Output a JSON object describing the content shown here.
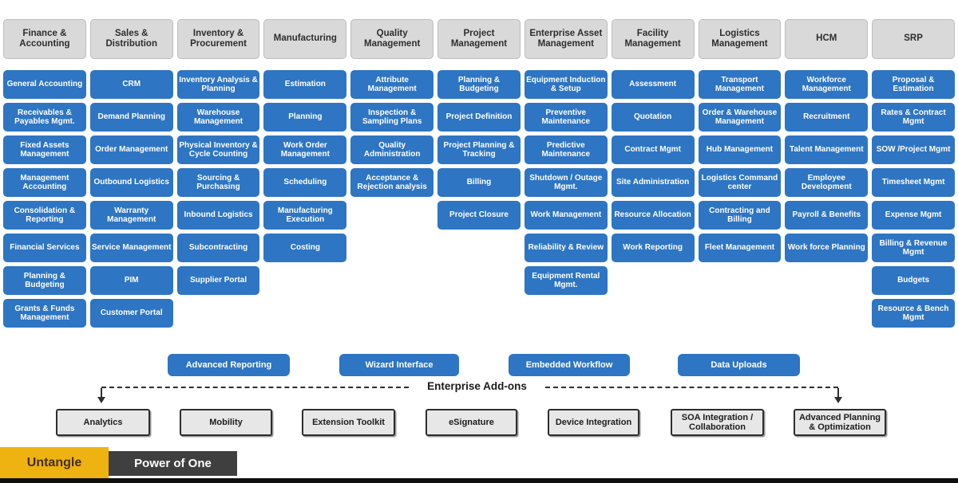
{
  "columns": [
    {
      "header": "Finance & Accounting",
      "modules": [
        "General Accounting",
        "Receivables & Payables Mgmt.",
        "Fixed Assets Management",
        "Management Accounting",
        "Consolidation & Reporting",
        "Financial Services",
        "Planning & Budgeting",
        "Grants & Funds Management"
      ]
    },
    {
      "header": "Sales & Distribution",
      "modules": [
        "CRM",
        "Demand Planning",
        "Order Management",
        "Outbound Logistics",
        "Warranty Management",
        "Service Management",
        "PIM",
        "Customer Portal"
      ]
    },
    {
      "header": "Inventory & Procurement",
      "modules": [
        "Inventory Analysis & Planning",
        "Warehouse Management",
        "Physical Inventory & Cycle Counting",
        "Sourcing & Purchasing",
        "Inbound Logistics",
        "Subcontracting",
        "Supplier Portal"
      ]
    },
    {
      "header": "Manufacturing",
      "modules": [
        "Estimation",
        "Planning",
        "Work Order Management",
        "Scheduling",
        "Manufacturing Execution",
        "Costing"
      ]
    },
    {
      "header": "Quality Management",
      "modules": [
        "Attribute Management",
        "Inspection & Sampling Plans",
        "Quality Administration",
        "Acceptance & Rejection analysis"
      ]
    },
    {
      "header": "Project Management",
      "modules": [
        "Planning & Budgeting",
        "Project Definition",
        "Project Planning & Tracking",
        "Billing",
        "Project Closure"
      ]
    },
    {
      "header": "Enterprise Asset Management",
      "modules": [
        "Equipment Induction & Setup",
        "Preventive Maintenance",
        "Predictive Maintenance",
        "Shutdown / Outage Mgmt.",
        "Work Management",
        "Reliability & Review",
        "Equipment Rental Mgmt."
      ]
    },
    {
      "header": "Facility Management",
      "modules": [
        "Assessment",
        "Quotation",
        "Contract Mgmt",
        "Site Administration",
        "Resource Allocation",
        "Work Reporting"
      ]
    },
    {
      "header": "Logistics Management",
      "modules": [
        "Transport Management",
        "Order & Warehouse Management",
        "Hub Management",
        "Logistics Command center",
        "Contracting and Billing",
        "Fleet Management"
      ]
    },
    {
      "header": "HCM",
      "modules": [
        "Workforce Management",
        "Recruitment",
        "Talent Management",
        "Employee Development",
        "Payroll & Benefits",
        "Work force Planning"
      ]
    },
    {
      "header": "SRP",
      "modules": [
        "Proposal & Estimation",
        "Rates & Contract Mgmt",
        "SOW /Project Mgmt",
        "Timesheet Mgmt",
        "Expense Mgmt",
        "Billing & Revenue Mgmt",
        "Budgets",
        "Resource & Bench Mgmt"
      ]
    }
  ],
  "platform_buttons": [
    "Advanced Reporting",
    "Wizard Interface",
    "Embedded Workflow",
    "Data Uploads"
  ],
  "addons_section": {
    "label": "Enterprise Add-ons",
    "items": [
      "Analytics",
      "Mobility",
      "Extension Toolkit",
      "eSignature",
      "Device Integration",
      "SOA Integration / Collaboration",
      "Advanced Planning & Optimization"
    ]
  },
  "footer": {
    "brand": "Untangle",
    "tagline": "Power of One"
  },
  "colors": {
    "module_blue": "#2e75c3",
    "header_gray": "#d9d9d9",
    "addon_gray": "#e7e7e7",
    "brand_yellow": "#eeb211",
    "brand_dark": "#3f3f3f",
    "connector_dark": "#2e2e2e"
  }
}
